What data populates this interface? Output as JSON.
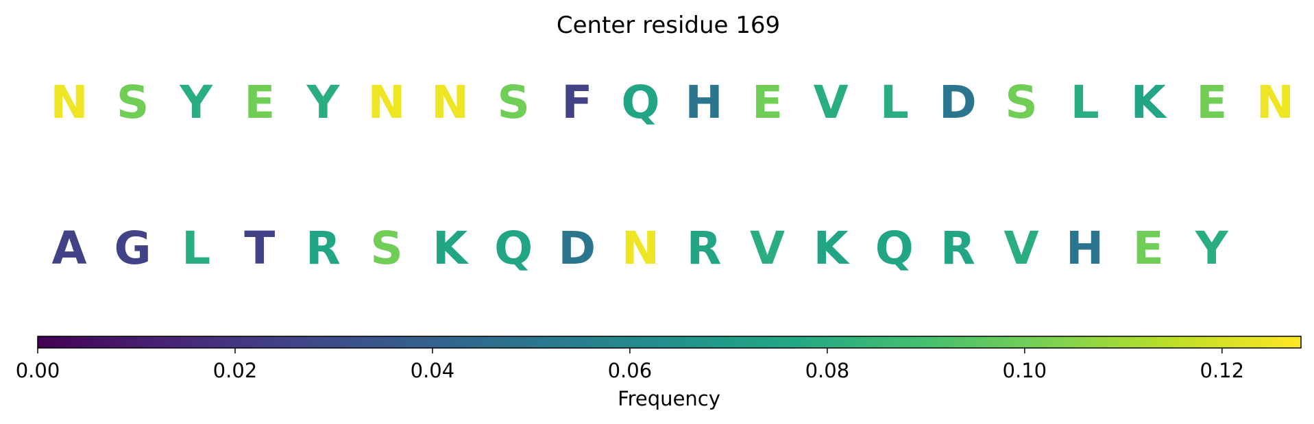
{
  "chart_data": {
    "type": "heatmap",
    "title": "Center residue 169",
    "rows": [
      {
        "letters": [
          "N",
          "S",
          "Y",
          "E",
          "Y",
          "N",
          "N",
          "S",
          "F",
          "Q",
          "H",
          "E",
          "V",
          "L",
          "D",
          "S",
          "L",
          "K",
          "E",
          "N"
        ],
        "values": [
          0.125,
          0.1,
          0.08,
          0.1,
          0.08,
          0.125,
          0.125,
          0.1,
          0.025,
          0.075,
          0.05,
          0.1,
          0.08,
          0.08,
          0.05,
          0.1,
          0.08,
          0.075,
          0.1,
          0.125
        ]
      },
      {
        "letters": [
          "A",
          "G",
          "L",
          "T",
          "R",
          "S",
          "K",
          "Q",
          "D",
          "N",
          "R",
          "V",
          "K",
          "Q",
          "R",
          "V",
          "H",
          "E",
          "Y"
        ],
        "values": [
          0.025,
          0.025,
          0.08,
          0.025,
          0.075,
          0.1,
          0.075,
          0.075,
          0.05,
          0.125,
          0.075,
          0.08,
          0.075,
          0.075,
          0.075,
          0.08,
          0.05,
          0.1,
          0.08
        ]
      }
    ],
    "colorbar": {
      "label": "Frequency",
      "range": [
        0,
        0.128
      ],
      "colormap": "viridis",
      "ticks": [
        0,
        0.02,
        0.04,
        0.06,
        0.08,
        0.1,
        0.12
      ],
      "tick_labels": [
        "0.00",
        "0.02",
        "0.04",
        "0.06",
        "0.08",
        "0.10",
        "0.12"
      ]
    }
  }
}
